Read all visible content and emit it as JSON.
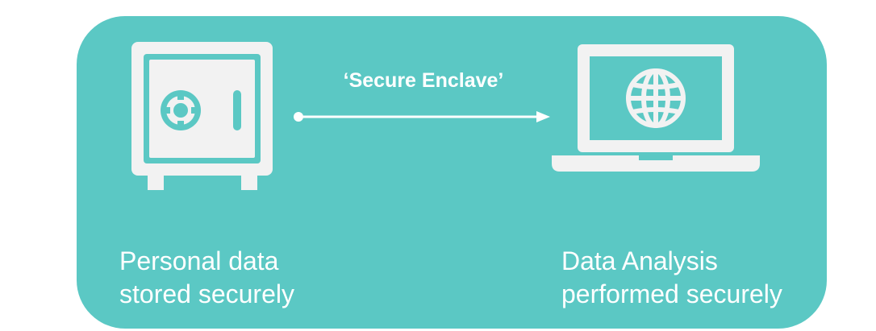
{
  "diagram": {
    "arrow_label": "‘Secure Enclave’",
    "left_caption": {
      "line1": "Personal data",
      "line2": "stored securely"
    },
    "right_caption": {
      "line1": "Data Analysis",
      "line2": "performed securely"
    },
    "icons": {
      "left": "safe-icon",
      "right": "laptop-globe-icon"
    },
    "colors": {
      "panel": "#5bc8c4",
      "foreground": "#ffffff",
      "icon_fill": "#f2f2f2"
    }
  }
}
